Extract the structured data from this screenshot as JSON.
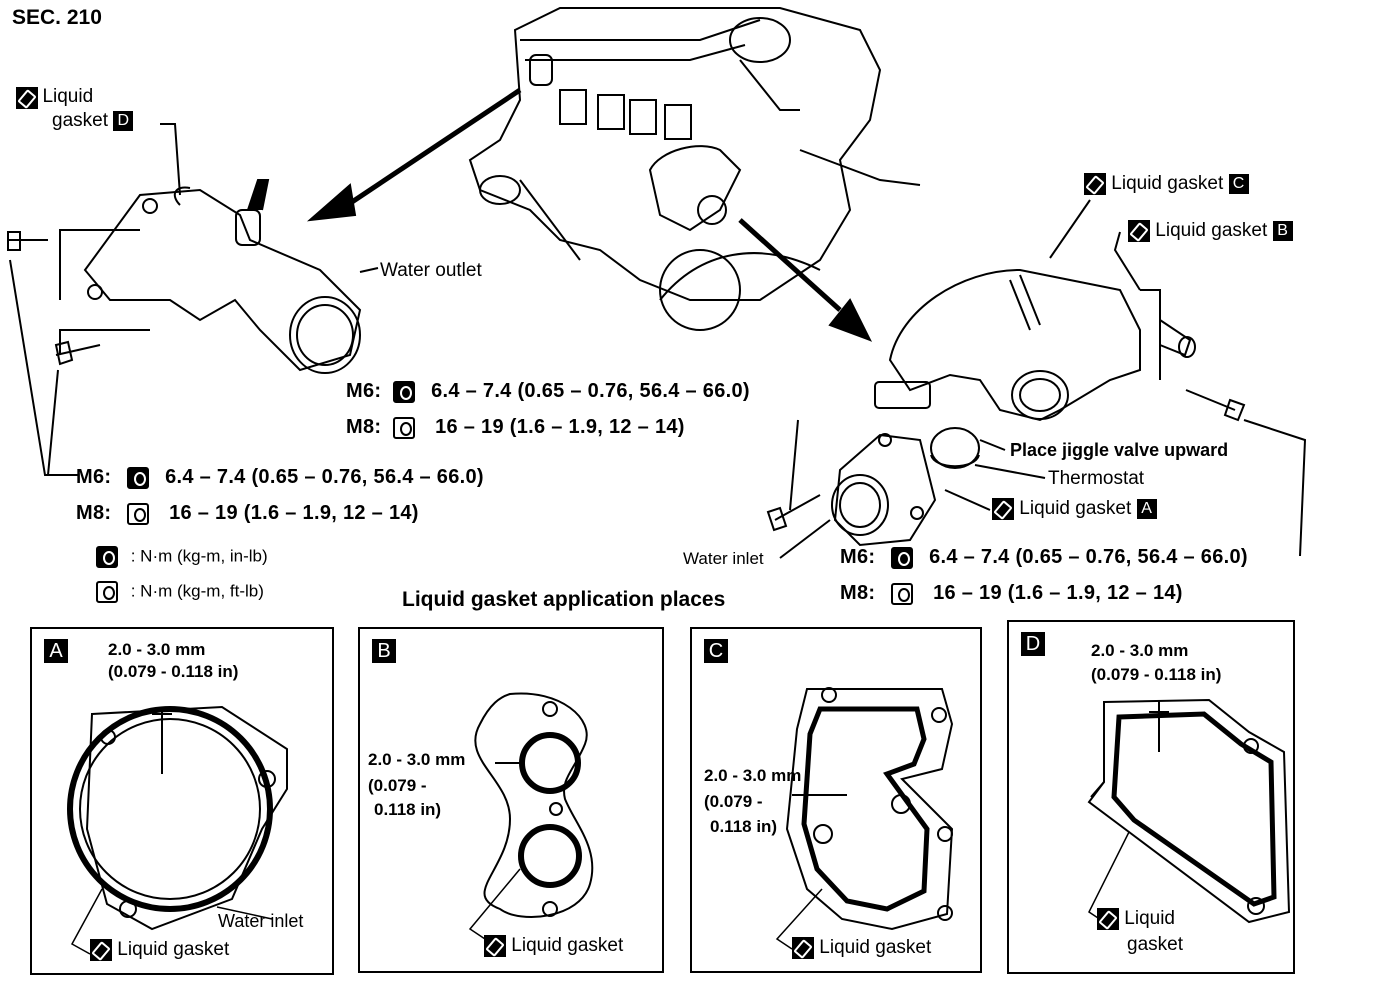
{
  "section": "SEC. 210",
  "labels": {
    "liquid_gasket_d_line1": "Liquid",
    "liquid_gasket_d_line2": "gasket",
    "badge_d": "D",
    "water_outlet": "Water outlet",
    "liquid_gasket_c": "Liquid gasket",
    "badge_c": "C",
    "liquid_gasket_b": "Liquid gasket",
    "badge_b": "B",
    "place_jiggle": "Place jiggle valve upward",
    "thermostat": "Thermostat",
    "liquid_gasket_a": "Liquid gasket",
    "badge_a": "A",
    "water_inlet": "Water inlet"
  },
  "torque": {
    "center": {
      "m6_label": "M6:",
      "m6_value": "6.4 – 7.4 (0.65 – 0.76, 56.4 – 66.0)",
      "m8_label": "M8:",
      "m8_value": "16 – 19 (1.6 – 1.9, 12 – 14)"
    },
    "left": {
      "m6_label": "M6:",
      "m6_value": "6.4 – 7.4 (0.65 – 0.76, 56.4 – 66.0)",
      "m8_label": "M8:",
      "m8_value": "16 – 19 (1.6 – 1.9, 12 – 14)"
    },
    "right": {
      "m6_label": "M6:",
      "m6_value": "6.4 – 7.4 (0.65 – 0.76, 56.4 – 66.0)",
      "m8_label": "M8:",
      "m8_value": "16 – 19 (1.6 – 1.9, 12 – 14)"
    }
  },
  "legend": [
    {
      "icon": "filled-wrench-icon",
      "text": ": N·m (kg-m, in-lb)"
    },
    {
      "icon": "open-wrench-icon",
      "text": ": N·m (kg-m, ft-lb)"
    }
  ],
  "section_title": "Liquid gasket application places",
  "panels": [
    {
      "letter": "A",
      "dim_line1": "2.0 - 3.0 mm",
      "dim_line2": "(0.079 - 0.118 in)",
      "dim_line3": "",
      "extra_label": "Water inlet",
      "gasket_label": "Liquid gasket",
      "gasket_label2": ""
    },
    {
      "letter": "B",
      "dim_line1": "2.0 - 3.0 mm",
      "dim_line2": "(0.079 -",
      "dim_line3": "0.118 in)",
      "extra_label": "",
      "gasket_label": "Liquid gasket",
      "gasket_label2": ""
    },
    {
      "letter": "C",
      "dim_line1": "2.0 - 3.0 mm",
      "dim_line2": "(0.079 -",
      "dim_line3": "0.118 in)",
      "extra_label": "",
      "gasket_label": "Liquid gasket",
      "gasket_label2": ""
    },
    {
      "letter": "D",
      "dim_line1": "2.0 - 3.0 mm",
      "dim_line2": "(0.079 - 0.118 in)",
      "dim_line3": "",
      "extra_label": "",
      "gasket_label": "Liquid",
      "gasket_label2": "gasket"
    }
  ]
}
